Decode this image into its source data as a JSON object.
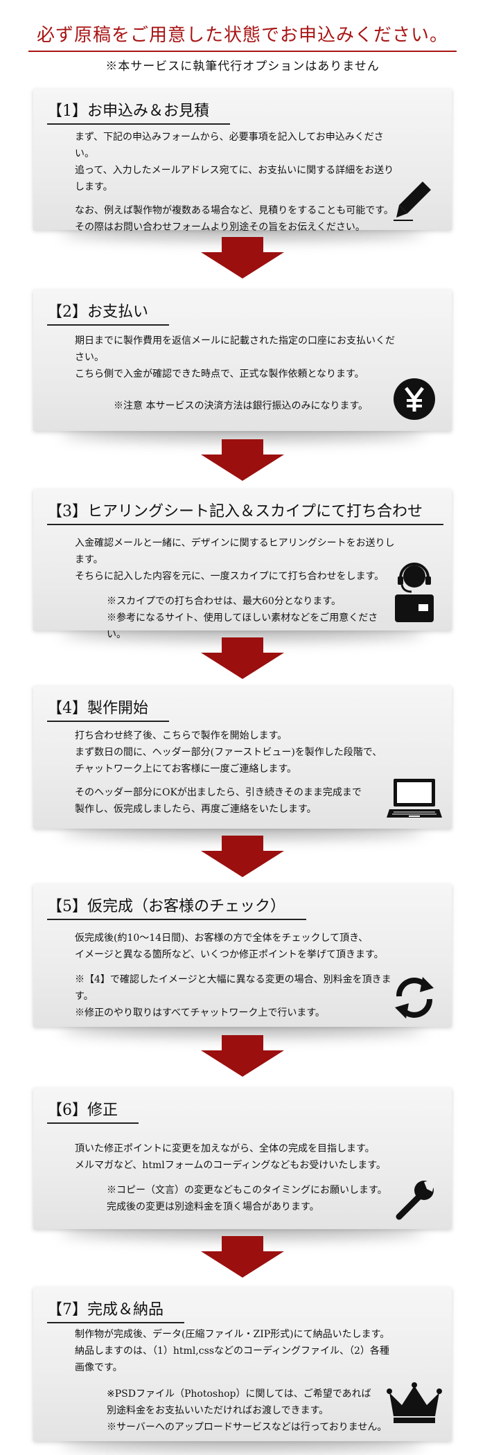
{
  "header": {
    "title": "必ず原稿をご用意した状態でお申込みください。",
    "subtitle": "※本サービスに執筆代行オプションはありません"
  },
  "colors": {
    "accent": "#a81414",
    "arrow": "#9b0f0f"
  },
  "steps": [
    {
      "title": "【1】お申込み＆お見積",
      "icon": "pen-icon",
      "lines": [
        "まず、下記の申込みフォームから、必要事項を記入してお申込みください。",
        "追って、入力したメールアドレス宛てに、お支払いに関する詳細をお送りします。"
      ],
      "lines2": [
        "なお、例えば製作物が複数ある場合など、見積りをすることも可能です。",
        "その際はお問い合わせフォームより別途その旨をお伝えください。"
      ],
      "notes": []
    },
    {
      "title": "【2】お支払い",
      "icon": "yen-icon",
      "lines": [
        "期日までに製作費用を返信メールに記載された指定の口座にお支払いください。",
        "こちら側で入金が確認できた時点で、正式な製作依頼となります。"
      ],
      "lines2": [],
      "notes": [
        "※注意 本サービスの決済方法は銀行振込のみになります。"
      ]
    },
    {
      "title": "【3】ヒアリングシート記入＆スカイプにて打ち合わせ",
      "icon": "headset-operator-icon",
      "lines": [
        "入金確認メールと一緒に、デザインに関するヒアリングシートをお送りします。",
        "そちらに記入した内容を元に、一度スカイプにて打ち合わせをします。"
      ],
      "lines2": [],
      "notes": [
        "※スカイプでの打ち合わせは、最大60分となります。",
        "※参考になるサイト、使用してほしい素材などをご用意ください。"
      ]
    },
    {
      "title": "【4】製作開始",
      "icon": "laptop-icon",
      "lines": [
        "打ち合わせ終了後、こちらで製作を開始します。",
        "まず数日の間に、ヘッダー部分(ファーストビュー)を製作した段階で、",
        "チャットワーク上にてお客様に一度ご連絡します。"
      ],
      "lines2": [
        "そのヘッダー部分にOKが出ましたら、引き続きそのまま完成まで",
        "製作し、仮完成しましたら、再度ご連絡をいたします。"
      ],
      "notes": []
    },
    {
      "title": "【5】仮完成（お客様のチェック）",
      "icon": "refresh-icon",
      "lines": [
        "仮完成後(約10～14日間)、お客様の方で全体をチェックして頂き、",
        "イメージと異なる箇所など、いくつか修正ポイントを挙げて頂きます。"
      ],
      "lines2": [
        "※【4】で確認したイメージと大幅に異なる変更の場合、別料金を頂きます。",
        "※修正のやり取りはすべてチャットワーク上で行います。"
      ],
      "notes": []
    },
    {
      "title": "【6】修正",
      "icon": "wrench-icon",
      "lines": [
        "頂いた修正ポイントに変更を加えながら、全体の完成を目指します。",
        "メルマガなど、htmlフォームのコーディングなどもお受けいたします。"
      ],
      "lines2": [],
      "notes": [
        "※コピー（文言）の変更などもこのタイミングにお願いします。",
        "完成後の変更は別途料金を頂く場合があります。"
      ]
    },
    {
      "title": "【7】完成＆納品",
      "icon": "crown-icon",
      "lines": [
        "制作物が完成後、データ(圧縮ファイル・ZIP形式)にて納品いたします。",
        "納品しますのは、（1）html,cssなどのコーディングファイル、（2）各種画像です。"
      ],
      "lines2": [],
      "notes": [
        "※PSDファイル（Photoshop）に関しては、ご希望であれば",
        "別途料金をお支払いいただければお渡しできます。",
        "※サーバーへのアップロードサービスなどは行っておりません。"
      ]
    }
  ]
}
